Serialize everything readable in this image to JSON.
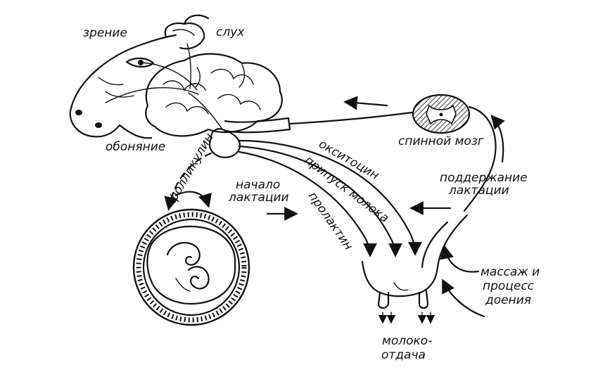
{
  "labels": {
    "vision": "зрение",
    "hearing": "слух",
    "smell": "обоняние",
    "spinal_cord": "спинной мозг",
    "oxytocin": "окситоцин",
    "milk_letdown": "припуск молока",
    "prolactin": "пролактин",
    "follicle": "фолликулин",
    "lactation_start_1": "начало",
    "lactation_start_2": "лактации",
    "support_1": "поддержание",
    "support_2": "лактации",
    "massage_1": "массаж и",
    "massage_2": "процесс",
    "massage_3": "доения",
    "milk_yield_1": "молоко-",
    "milk_yield_2": "отдача"
  },
  "colors": {
    "ink": "#111111",
    "background": "#ffffff"
  }
}
